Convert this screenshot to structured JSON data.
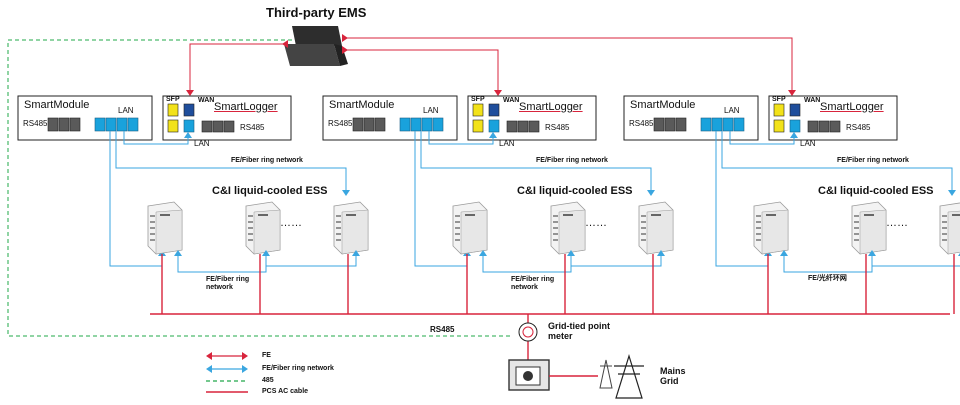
{
  "diagram": {
    "ems_title": "Third-party EMS",
    "groups": [
      {
        "smartmodule": {
          "title": "SmartModule",
          "rs485": "RS485",
          "lan": "LAN"
        },
        "smartlogger": {
          "title": "SmartLogger",
          "sfp": "SFP",
          "wan": "WAN",
          "rs485": "RS485"
        },
        "lan_link": "LAN",
        "ring_label": "FE/Fiber ring network",
        "ess_title": "C&I liquid-cooled ESS",
        "ellipsis": "……",
        "bottom_ring_label": "FE/Fiber ring\nnetwork"
      },
      {
        "smartmodule": {
          "title": "SmartModule",
          "rs485": "RS485",
          "lan": "LAN"
        },
        "smartlogger": {
          "title": "SmartLogger",
          "sfp": "SFP",
          "wan": "WAN",
          "rs485": "RS485"
        },
        "lan_link": "LAN",
        "ring_label": "FE/Fiber ring network",
        "ess_title": "C&I liquid-cooled ESS",
        "ellipsis": "……",
        "bottom_ring_label": "FE/Fiber ring\nnetwork"
      },
      {
        "smartmodule": {
          "title": "SmartModule",
          "rs485": "RS485",
          "lan": "LAN"
        },
        "smartlogger": {
          "title": "SmartLogger",
          "sfp": "SFP",
          "wan": "WAN",
          "rs485": "RS485"
        },
        "lan_link": "LAN",
        "ring_label": "FE/Fiber ring network",
        "ess_title": "C&I liquid-cooled ESS",
        "ellipsis": "……",
        "bottom_ring_label": "FE/光纤环网"
      }
    ],
    "rs485_bus_label": "RS485",
    "meter_label": "Grid-tied point\nmeter",
    "mains_label": "Mains\nGrid",
    "legend": [
      {
        "key": "fe",
        "label": "FE"
      },
      {
        "key": "ring",
        "label": "FE/Fiber ring network"
      },
      {
        "key": "rs485",
        "label": "485"
      },
      {
        "key": "pcs",
        "label": "PCS AC cable"
      }
    ],
    "colors": {
      "red": "#d8243c",
      "blue": "#3aa6e0",
      "green": "#22a84a",
      "port_blue": "#19a2dc",
      "port_yellow": "#f2e21a",
      "port_gray": "#5a5a5a",
      "navy": "#1f4e9c"
    }
  }
}
